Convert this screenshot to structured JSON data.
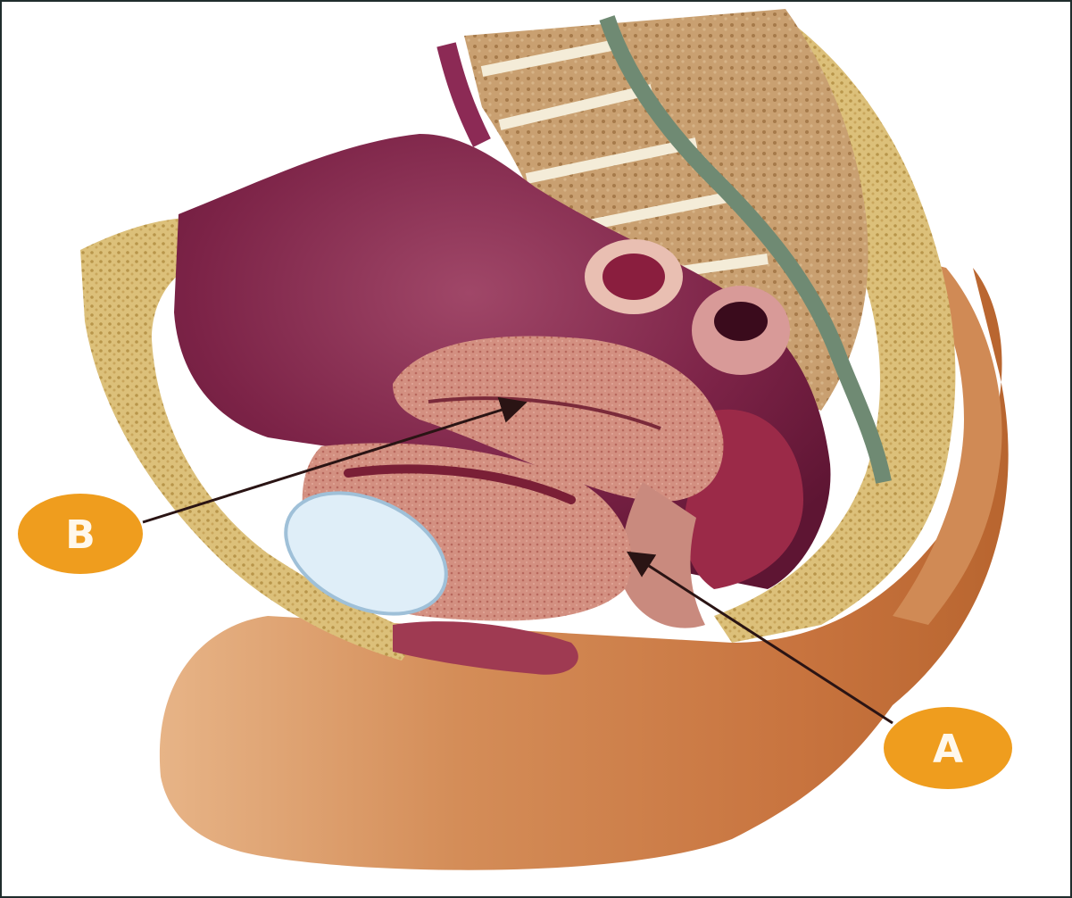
{
  "labels": {
    "a": "A",
    "b": "B"
  },
  "colors": {
    "badge": "#ef9d1e",
    "bone": "#d9b66a",
    "tissue": "#7f2448",
    "skin": "#d38a56",
    "uterus": "#c97a6e",
    "bladder": "#dfeef8"
  },
  "icons": [
    "female-pelvis-sagittal-illustration",
    "pointer-arrow-icon"
  ]
}
